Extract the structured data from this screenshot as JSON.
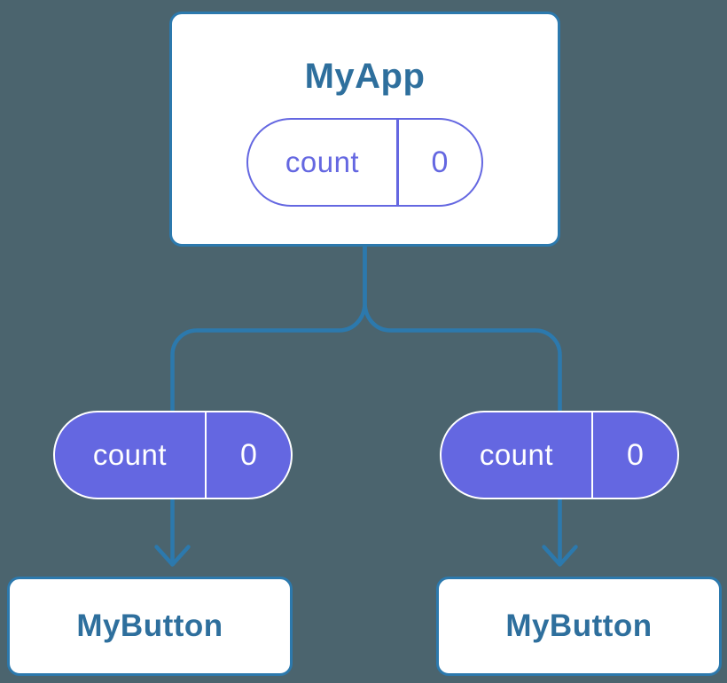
{
  "diagram": {
    "description": "Component tree diagram showing shared state",
    "root": {
      "title": "MyApp",
      "state_pill": {
        "label": "count",
        "value": "0",
        "style": "outlined"
      }
    },
    "children": [
      {
        "pill": {
          "label": "count",
          "value": "0",
          "style": "filled"
        },
        "card": {
          "title": "MyButton"
        }
      },
      {
        "pill": {
          "label": "count",
          "value": "0",
          "style": "filled"
        },
        "card": {
          "title": "MyButton"
        }
      }
    ],
    "colors": {
      "background": "#4b646e",
      "connector": "#2c79ad",
      "card_border": "#2c79ad",
      "card_background": "#ffffff",
      "heading_text": "#2e6f9d",
      "pill_purple": "#6467e1",
      "pill_text_on_purple": "#ffffff"
    }
  }
}
